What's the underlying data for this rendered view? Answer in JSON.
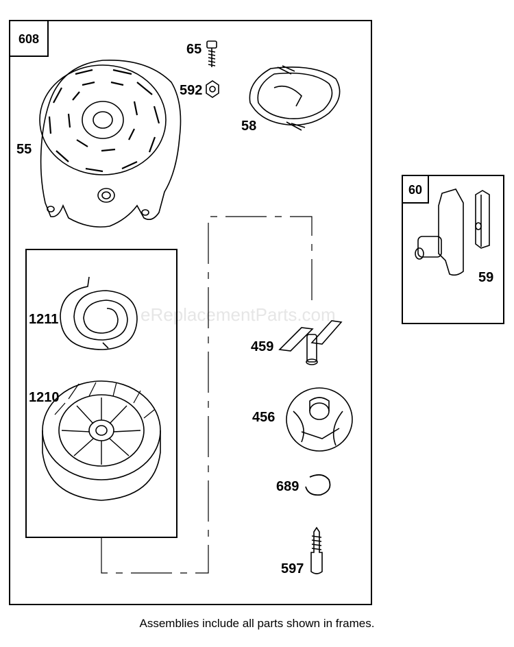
{
  "frames": {
    "main": {
      "tag": "608"
    },
    "assembly_small": {
      "tag": "60"
    }
  },
  "parts": {
    "p65": "65",
    "p592": "592",
    "p58": "58",
    "p55": "55",
    "p1211": "1211",
    "p1210": "1210",
    "p459": "459",
    "p456": "456",
    "p689": "689",
    "p597": "597",
    "p59": "59"
  },
  "watermark": "eReplacementParts.com",
  "caption": "Assemblies include all parts shown in frames."
}
